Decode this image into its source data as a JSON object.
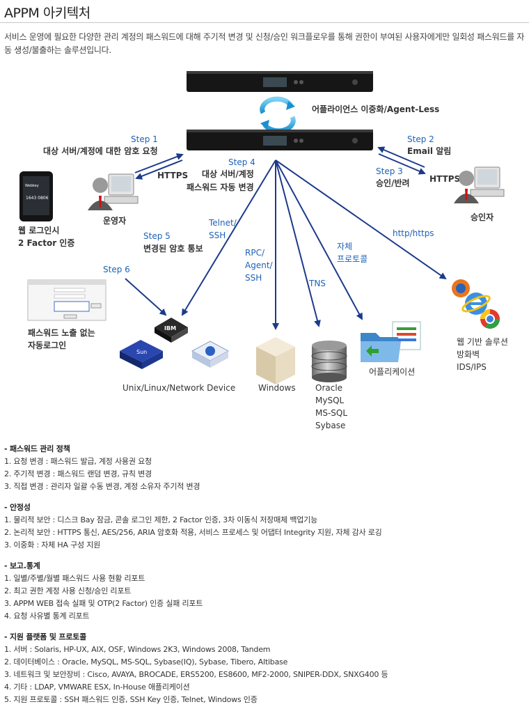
{
  "title": "APPM 아키텍처",
  "intro": "서비스 운영에 필요한 다양한 관리 계정의 패스워드에 대해 주기적 변경 및 신청/승인 워크플로우를 통해 권한이 부여된 사용자에게만 일회성 패스워드를 자동 생성/불출하는 솔루션입니다.",
  "diagram": {
    "appliance_caption": "어플라이언스 이중화/Agent-Less",
    "step1_title": "Step 1",
    "step1_text": "대상 서버/계정에 대한 암호 요청",
    "https_left": "HTTPS",
    "operator": "운영자",
    "web_login_1": "웹 로그인시",
    "web_login_2": "2 Factor 인증",
    "step2_title": "Step 2",
    "step2_text": "Email 알림",
    "step3_title": "Step 3",
    "step3_text": "승인/반려",
    "https_right": "HTTPS",
    "approver": "승인자",
    "step4_title": "Step 4",
    "step4_line1": "대상 서버/계정",
    "step4_line2": "패스워드 자동 변경",
    "step5_title": "Step 5",
    "step5_text": "변경된 암호 통보",
    "step6_title": "Step 6",
    "telnet_1": "Telnet/",
    "telnet_2": "SSH",
    "rpc_1": "RPC/",
    "rpc_2": "Agent/",
    "rpc_3": "SSH",
    "tns": "TNS",
    "own_1": "자체",
    "own_2": "프로토콜",
    "http": "http/https",
    "pw_noexpose_1": "패스워드 노출 없는",
    "pw_noexpose_2": "자동로그인",
    "unix_label": "Unix/Linux/Network Device",
    "windows_label": "Windows",
    "db_1": "Oracle",
    "db_2": "MySQL",
    "db_3": "MS-SQL",
    "db_4": "Sybase",
    "app_label": "어플리케이션",
    "web_1": "웹 기반 솔루션",
    "web_2": "방화벽",
    "web_3": "IDS/IPS",
    "phone_line1": "Webkey",
    "phone_line2": "1643 0806",
    "ibm_text": "IBM",
    "sun_text": "Sun"
  },
  "sections": [
    {
      "heading": "- 패스워드 관리 정책",
      "items": [
        "1. 요청 변경 : 패스워드 발급, 계정 사용권 요청",
        "2. 주기적 변경 : 패스워드 랜덤 변경, 규칙 변경",
        "3. 직접 변경 : 관리자 일괄 수동 변경, 계정 소유자 주기적 변경"
      ]
    },
    {
      "heading": "- 안정성",
      "items": [
        "1. 물리적 보안 : 디스크 Bay 잠금, 콘솔 로그인 제한, 2 Factor 인증, 3차 이동식 저장매체 백업기능",
        "2. 논리적 보안 : HTTPS 통신, AES/256, ARIA 암호화 적용, 서비스 프로세스 및 어댑터 Integrity 지원, 자체 감사 로깅",
        "3. 이중화 : 자체 HA 구성 지원"
      ]
    },
    {
      "heading": "- 보고.통계",
      "items": [
        "1. 일별/주별/월별 패스워드 사용 현황 리포트",
        "2. 최고 권한 계정 사용 신청/승인 리포트",
        "3. APPM WEB 접속 실패 및 OTP(2 Factor) 인증 실패 리포트",
        "4. 요청 사유별 통계 리포트"
      ]
    },
    {
      "heading": "- 지원 플랫폼 및 프로토콜",
      "items": [
        "1. 서버 : Solaris, HP-UX, AIX, OSF, Windows 2K3, Windows 2008, Tandem",
        "2. 데이터베이스 : Oracle, MySQL, MS-SQL, Sybase(IQ), Sybase, Tibero, Altibase",
        "3. 네트워크 및 보안장비 : Cisco, AVAYA, BROCADE, ERS5200, ES8600, MF2-2000, SNIPER-DDX, SNXG400 등",
        "4. 기타 : LDAP, VMWARE ESX, In-House 애플리케이션",
        "5. 지원 프로토콜 : SSH 패스워드 인증, SSH Key 인증, Telnet, Windows 인증"
      ]
    }
  ],
  "colors": {
    "step_blue": "#1d62b5",
    "arrow": "#1b3a8a",
    "appliance": "#1a1a1a"
  }
}
